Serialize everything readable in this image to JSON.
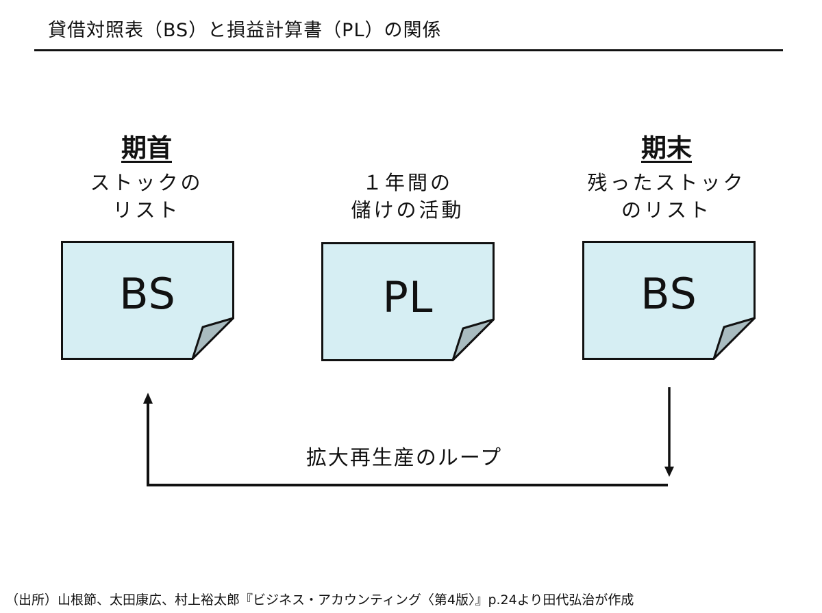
{
  "title": "貸借対照表（BS）と損益計算書（PL）の関係",
  "columns": [
    {
      "heading": "期首",
      "description": [
        "ストックの",
        "リスト"
      ],
      "doc_label": "BS"
    },
    {
      "heading": "",
      "description": [
        "１年間の",
        "儲けの活動"
      ],
      "doc_label": "PL"
    },
    {
      "heading": "期末",
      "description": [
        "残ったストック",
        "のリスト"
      ],
      "doc_label": "BS"
    }
  ],
  "loop_label": "拡大再生産のループ",
  "source": "（出所）山根節、太田康広、村上裕太郎『ビジネス・アカウンティング〈第4版〉』p.24より田代弘治が作成",
  "colors": {
    "doc_fill": "#d6eef3",
    "fold_fill": "#a9bcc0",
    "line": "#111111"
  }
}
